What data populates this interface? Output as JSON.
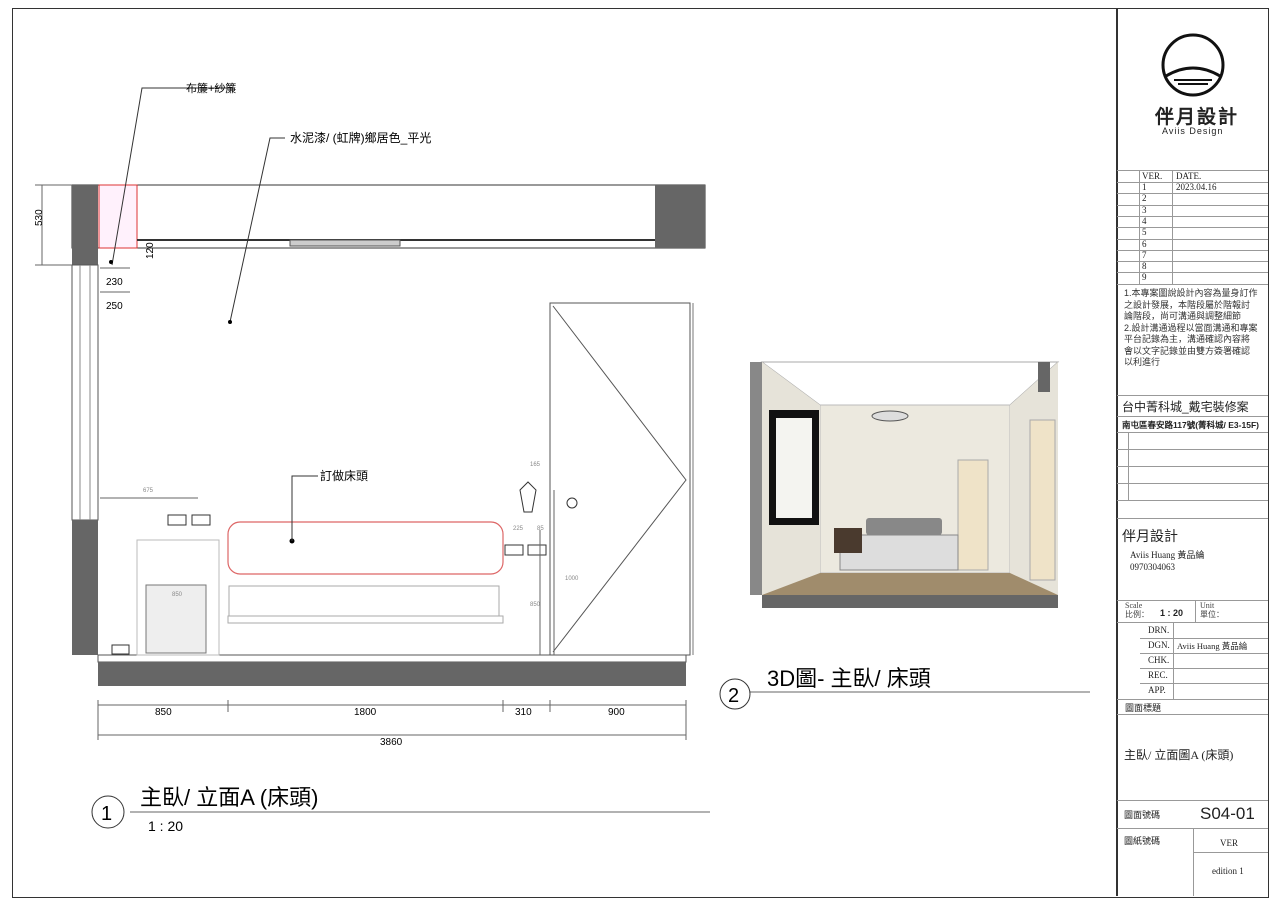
{
  "annotations": {
    "curtain": "布簾+紗簾",
    "wall_paint": "水泥漆/ (虹牌)鄉居色_平光",
    "headboard": "訂做床頭"
  },
  "dimensions": {
    "left_530": "530",
    "d120": "120",
    "d230": "230",
    "d250": "250",
    "d675": "675",
    "d165": "165",
    "d225": "225",
    "d85": "85",
    "v850a": "850",
    "v850b": "850",
    "v1000": "1000",
    "bottom": [
      "850",
      "1800",
      "310",
      "900"
    ],
    "total": "3860"
  },
  "views": [
    {
      "number": "1",
      "title": "主臥/ 立面A (床頭)",
      "scale": "1 : 20"
    },
    {
      "number": "2",
      "title": "3D圖- 主臥/ 床頭"
    }
  ],
  "title_block": {
    "logo_cn": "伴月設計",
    "logo_en": "Aviis Design",
    "ver_header": "VER.",
    "date_header": "DATE.",
    "versions": [
      {
        "v": "1",
        "d": "2023.04.16"
      },
      {
        "v": "2",
        "d": ""
      },
      {
        "v": "3",
        "d": ""
      },
      {
        "v": "4",
        "d": ""
      },
      {
        "v": "5",
        "d": ""
      },
      {
        "v": "6",
        "d": ""
      },
      {
        "v": "7",
        "d": ""
      },
      {
        "v": "8",
        "d": ""
      },
      {
        "v": "9",
        "d": ""
      }
    ],
    "notes": [
      "1.本專案圖說設計內容為量身訂作",
      "之設計發展，本階段屬於階報討",
      "論階段，尚可溝通與調整細節",
      "2.設計溝通過程以當面溝通和專案",
      "平台記錄為主，溝通確認內容將",
      "會以文字記錄並由雙方簽署確認",
      "以利進行"
    ],
    "project": "台中菁科城_戴宅裝修案",
    "address": "南屯區春安路117號(菁科城/ E3-15F)",
    "company": "伴月設計",
    "designer": "Aviis Huang 黃品綸",
    "phone": "0970304063",
    "scale_label_en": "Scale",
    "scale_label_cn": "比例：",
    "scale": "1 : 20",
    "unit_label_en": "Unit",
    "unit_label_cn": "單位：",
    "roles": [
      {
        "r": "DRN.",
        "v": ""
      },
      {
        "r": "DGN.",
        "v": "Aviis Huang 黃品綸"
      },
      {
        "r": "CHK.",
        "v": ""
      },
      {
        "r": "REC.",
        "v": ""
      },
      {
        "r": "APP.",
        "v": ""
      }
    ],
    "drawing_title_label": "圖面標題",
    "drawing_title": "主臥/ 立面圖A (床頭)",
    "drawing_no_label": "圖面號碼",
    "drawing_no": "S04-01",
    "sheet_no_label": "圖紙號碼",
    "ver_label": "VER",
    "edition": "edition 1"
  }
}
